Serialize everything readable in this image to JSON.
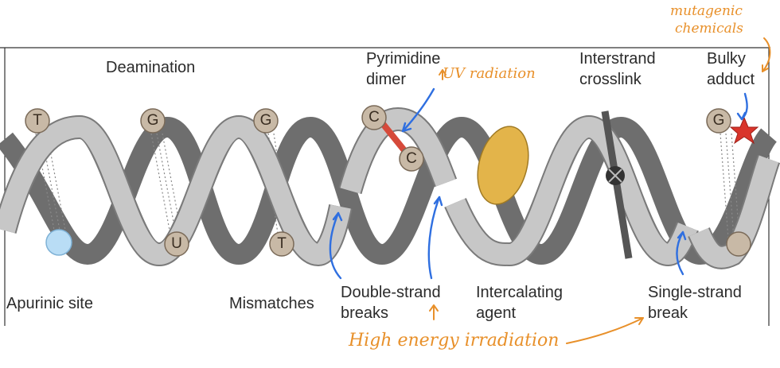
{
  "labels": {
    "deamination": "Deamination",
    "pyrimidine_dimer_1": "Pyrimidine",
    "pyrimidine_dimer_2": "dimer",
    "interstrand_crosslink_1": "Interstrand",
    "interstrand_crosslink_2": "crosslink",
    "bulky_adduct_1": "Bulky",
    "bulky_adduct_2": "adduct",
    "apurinic_site": "Apurinic site",
    "mismatches": "Mismatches",
    "double_strand_breaks_1": "Double-strand",
    "double_strand_breaks_2": "breaks",
    "intercalating_agent_1": "Intercalating",
    "intercalating_agent_2": "agent",
    "single_strand_break_1": "Single-strand",
    "single_strand_break_2": "break"
  },
  "annotations": {
    "uv_radiation": "UV radiation",
    "mutagenic_1": "mutagenic",
    "mutagenic_2": "chemicals",
    "high_energy": "High energy irradiation"
  },
  "bases": {
    "b1": "T",
    "b2": "G",
    "b3": "U",
    "b4": "G",
    "b5": "T",
    "b6": "C",
    "b7": "C",
    "b8": "G"
  },
  "colors": {
    "ribbon": "#bdbdbd",
    "ribbon_dark": "#6e6e6e",
    "base": "#c8b9a6",
    "annotation": "#e8902a",
    "arrow": "#2f6fe0",
    "dimer_bond": "#d64a3a",
    "intercalator": "#e3b44a",
    "adduct": "#d9352b"
  }
}
